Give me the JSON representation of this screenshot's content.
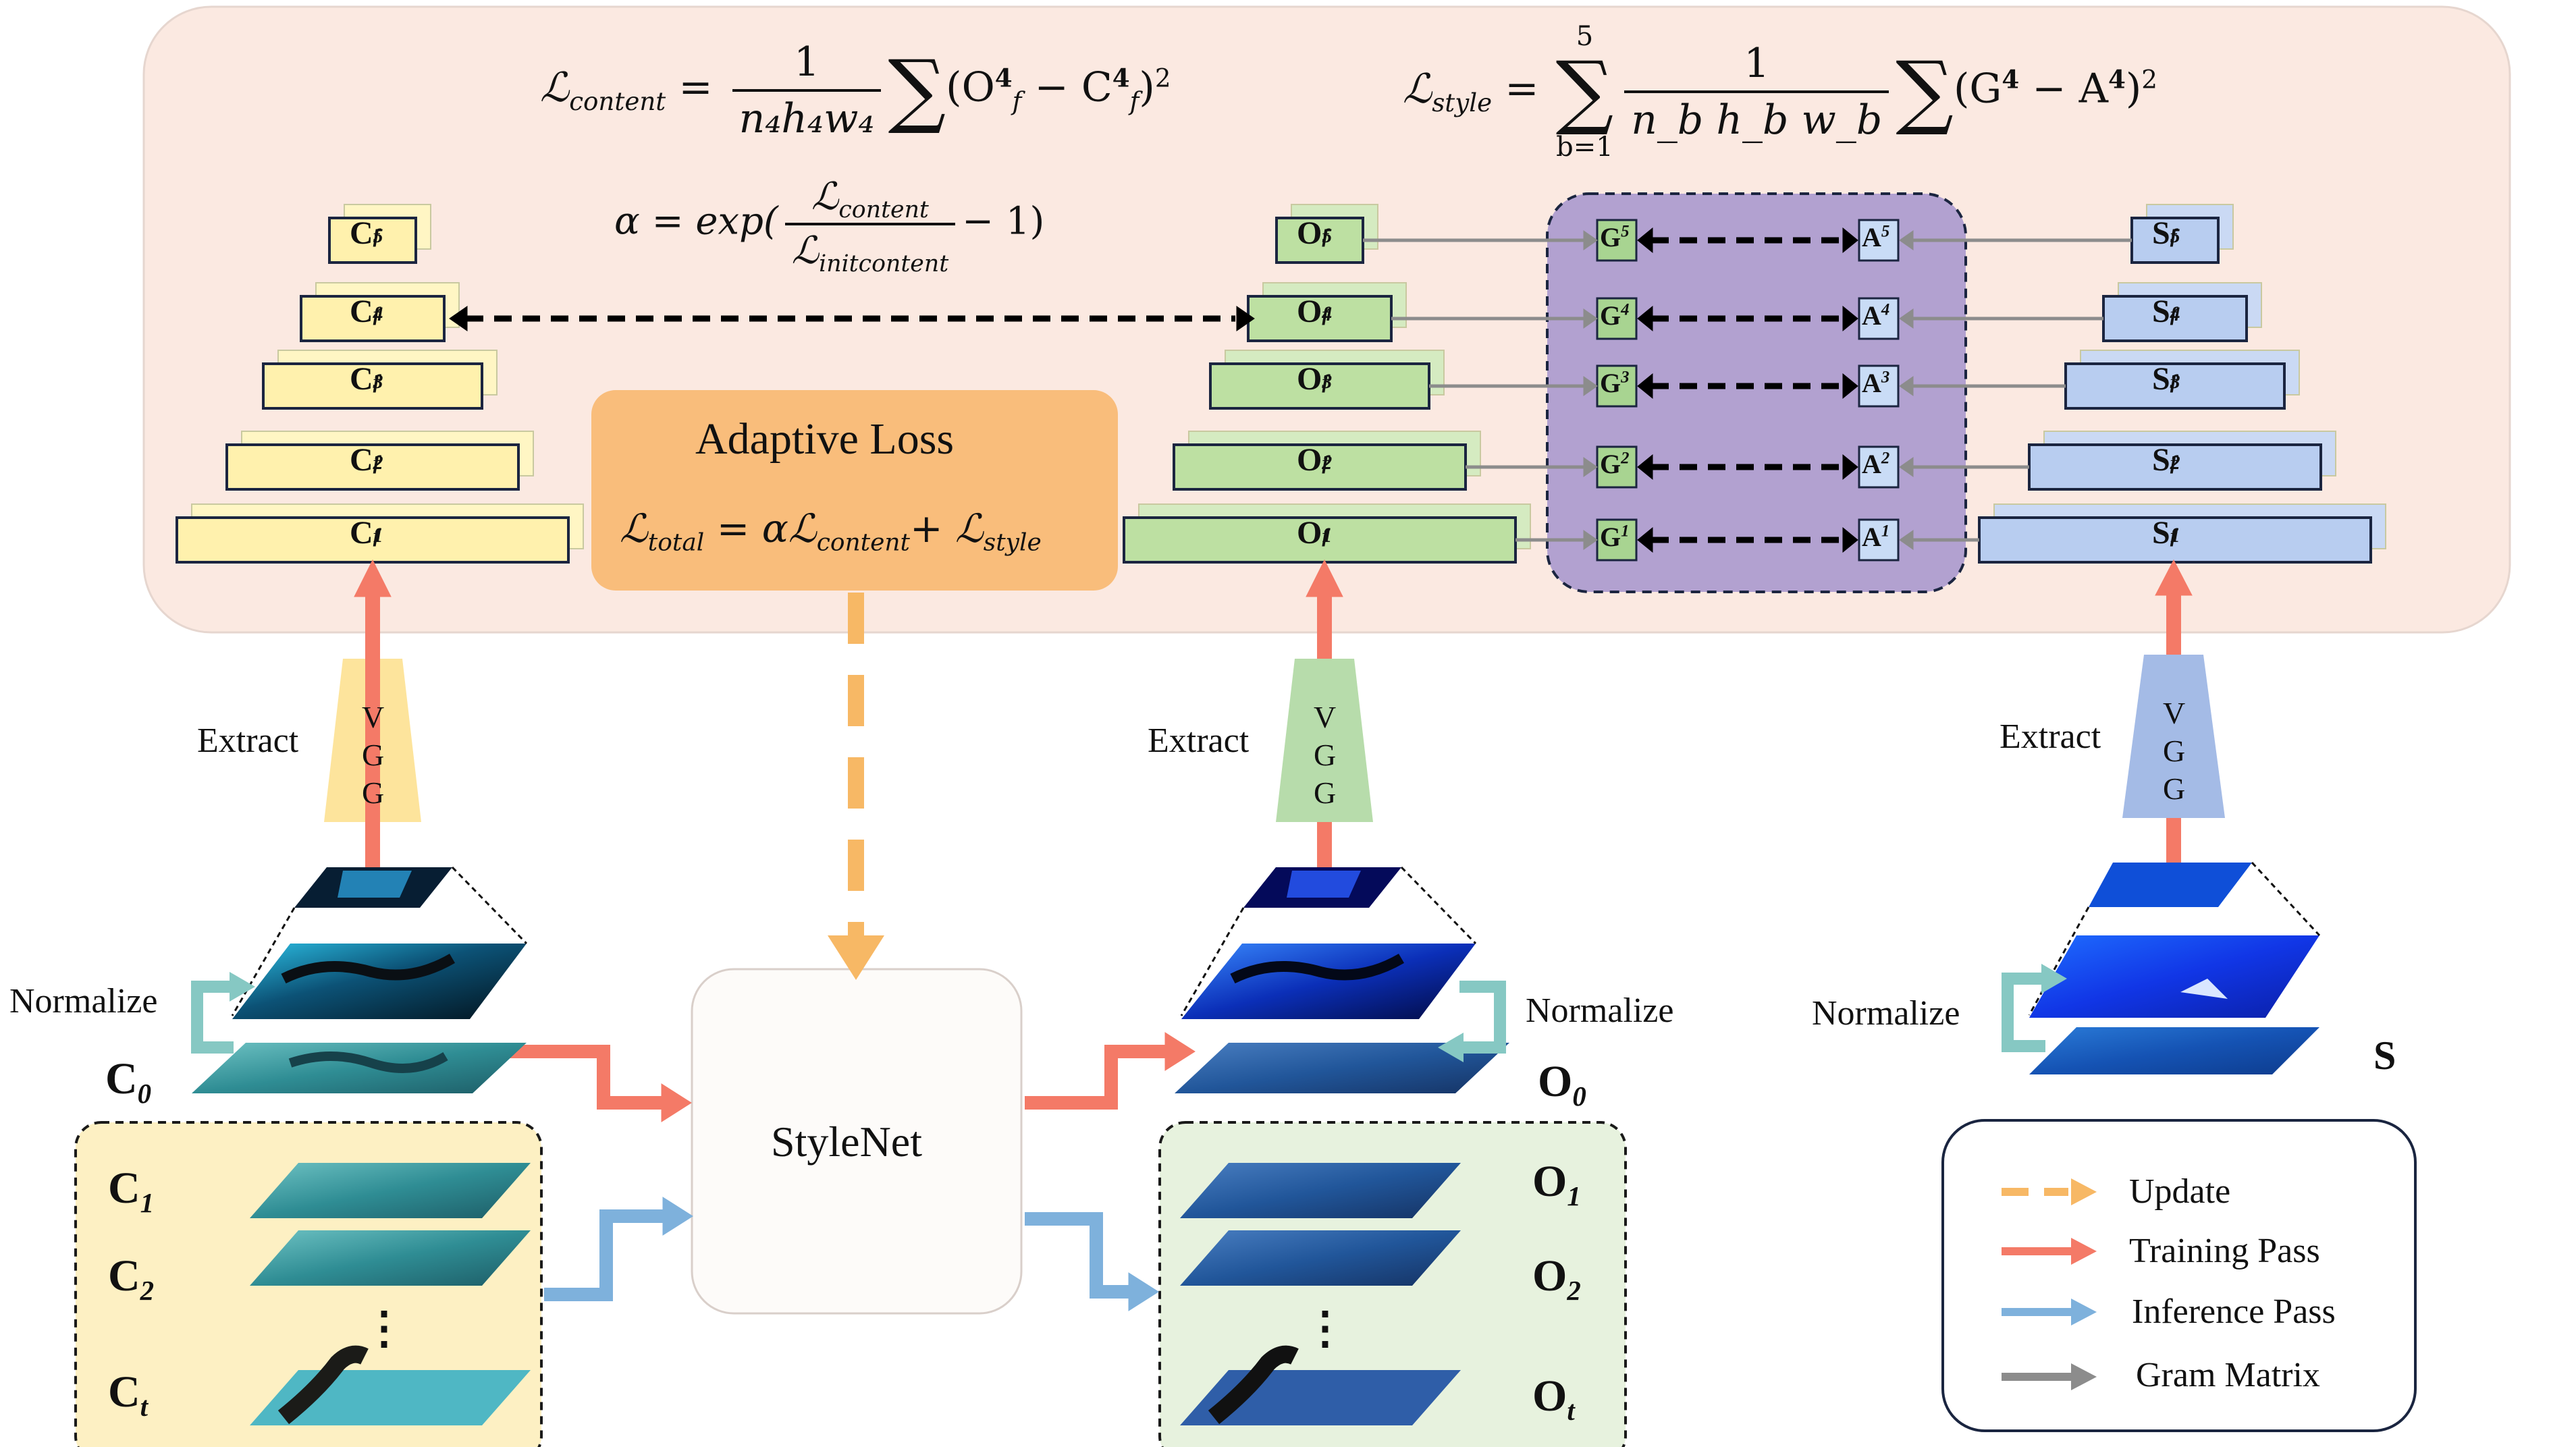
{
  "colors": {
    "loss_panel_fill": "#fbe9e1",
    "adaptive_box": "#f9bd7b",
    "gram_panel": "#b2a1d0",
    "content_fill": "#fff3b5",
    "output_fill": "#c7e3b0",
    "style_fill": "#bed1f1",
    "vgg_content": "#fde49c",
    "vgg_output": "#b7dcab",
    "vgg_style": "#a4bbe6",
    "update_arrow": "#f7b865",
    "training_arrow": "#f47a67",
    "inference_arrow": "#7eb1dc",
    "gram_arrow": "#8c8c8c",
    "normalize_arrow": "#86c8c3",
    "content_stack_bg": "#fdf0c3",
    "output_stack_bg": "#e7f2de"
  },
  "equations": {
    "content_loss": {
      "lhs": "ℒ",
      "lhs_sub": "content",
      "numerator": "1",
      "denominator": "n₄h₄w₄",
      "body": "(O",
      "o_sup": "4",
      "o_sub": "f",
      "minus": " − C",
      "c_sup": "4",
      "c_sub": "f",
      "close": ")",
      "power": "2"
    },
    "style_loss": {
      "lhs": "ℒ",
      "lhs_sub": "style",
      "sum_upper": "5",
      "sum_lower": "b=1",
      "numerator": "1",
      "denominator": "n_b h_b w_b",
      "body": "(G",
      "g_sup": "4",
      "minus": " − A",
      "a_sup": "4",
      "close": ")",
      "power": "2"
    },
    "alpha": {
      "lhs": "α = exp(",
      "num_sub": "content",
      "den_sub": "initcontent",
      "tail": "− 1)"
    },
    "total": {
      "lhs": "ℒ",
      "lhs_sub": "total",
      "mid": " = αℒ",
      "mid_sub": "content",
      "plus": "+ ℒ",
      "plus_sub": "style"
    }
  },
  "adaptive_loss_title": "Adaptive Loss",
  "content_pyramid": {
    "letter": "C",
    "sub": "f",
    "levels": [
      "5",
      "4",
      "3",
      "2",
      "1"
    ]
  },
  "output_pyramid": {
    "letter": "O",
    "sub": "f",
    "levels": [
      "5",
      "4",
      "3",
      "2",
      "1"
    ]
  },
  "style_pyramid": {
    "letter": "S",
    "sub": "f",
    "levels": [
      "5",
      "4",
      "3",
      "2",
      "1"
    ]
  },
  "gram_matrices": {
    "g_letter": "G",
    "a_letter": "A",
    "levels": [
      "5",
      "4",
      "3",
      "2",
      "1"
    ]
  },
  "vgg_letters": [
    "V",
    "G",
    "G"
  ],
  "extract_labels": [
    "Extract",
    "Extract",
    "Extract"
  ],
  "normalize_labels": [
    "Normalize",
    "Normalize",
    "Normalize"
  ],
  "stylenet_label": "StyleNet",
  "frame_labels": {
    "c0": {
      "letter": "C",
      "sub": "0"
    },
    "o0": {
      "letter": "O",
      "sub": "0"
    },
    "s": "S",
    "content_frames": [
      {
        "letter": "C",
        "sub": "1"
      },
      {
        "letter": "C",
        "sub": "2"
      },
      {
        "letter": "C",
        "sub": "t"
      }
    ],
    "output_frames": [
      {
        "letter": "O",
        "sub": "1"
      },
      {
        "letter": "O",
        "sub": "2"
      },
      {
        "letter": "O",
        "sub": "t"
      }
    ],
    "ellipsis": "⋮"
  },
  "legend": [
    {
      "label": "Update",
      "color": "#f7b865",
      "style": "dashed"
    },
    {
      "label": "Training Pass",
      "color": "#f47a67",
      "style": "solid"
    },
    {
      "label": "Inference Pass",
      "color": "#7eb1dc",
      "style": "solid"
    },
    {
      "label": "Gram Matrix",
      "color": "#8c8c8c",
      "style": "solid"
    }
  ]
}
